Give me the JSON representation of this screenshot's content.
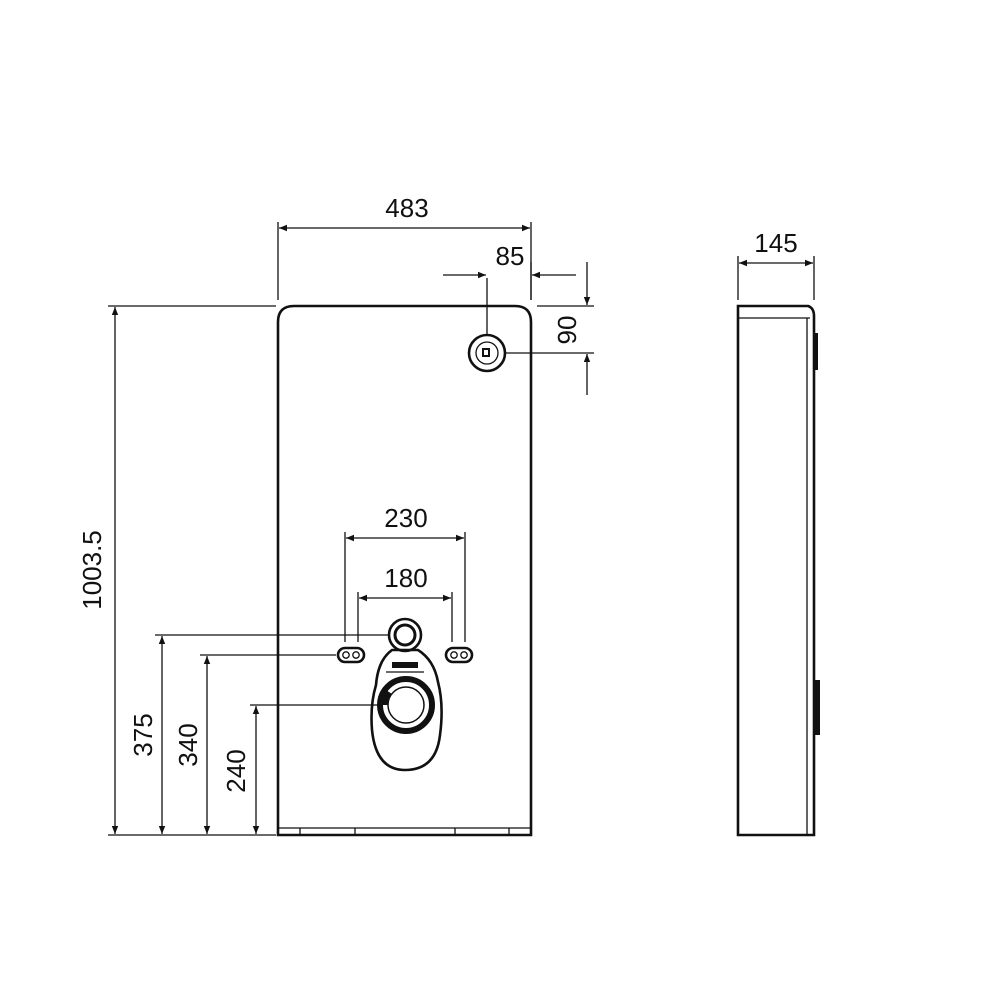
{
  "front_view": {
    "dimensions": {
      "width": "483",
      "valve_offset": "85",
      "valve_height": "90",
      "height": "1003.5",
      "bolt_spacing_outer": "230",
      "bolt_spacing_inner": "180",
      "outlet_top_height": "375",
      "bolt_height": "340",
      "outlet_center_height": "240"
    }
  },
  "side_view": {
    "dimensions": {
      "depth": "145"
    }
  }
}
